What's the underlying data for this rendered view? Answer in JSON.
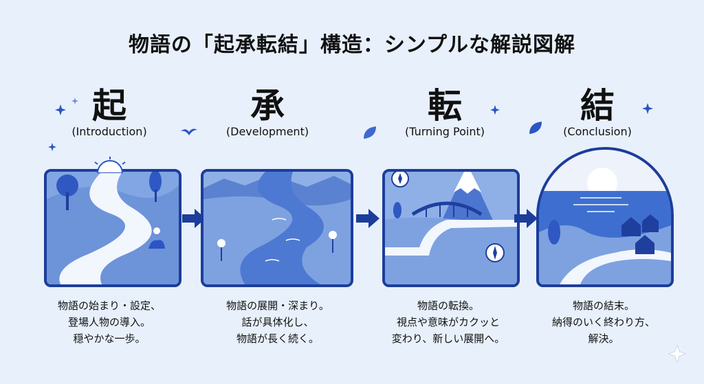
{
  "title": "物語の「起承転結」構造：シンプルな解説図解",
  "colors": {
    "background": "#e8f0fb",
    "frame": "#1c3d9a",
    "accent": "#2b55c5"
  },
  "stages": [
    {
      "kanji": "起",
      "english": "(Introduction)",
      "icon": "winding-path-landscape",
      "desc": [
        "物語の始まり・設定、",
        "登場人物の導入。",
        "穏やかな一歩。"
      ]
    },
    {
      "kanji": "承",
      "english": "(Development)",
      "icon": "flowing-river-landscape",
      "desc": [
        "物語の展開・深まり。",
        "話が具体化し、",
        "物語が長く続く。"
      ]
    },
    {
      "kanji": "転",
      "english": "(Turning Point)",
      "icon": "bridge-and-mountain-landscape",
      "desc": [
        "物語の転換。",
        "視点や意味がカクッと",
        "変わり、新しい展開へ。"
      ]
    },
    {
      "kanji": "結",
      "english": "(Conclusion)",
      "icon": "sunset-sea-village-landscape",
      "desc": [
        "物語の結末。",
        "納得のいく終わり方、",
        "解決。"
      ]
    }
  ]
}
